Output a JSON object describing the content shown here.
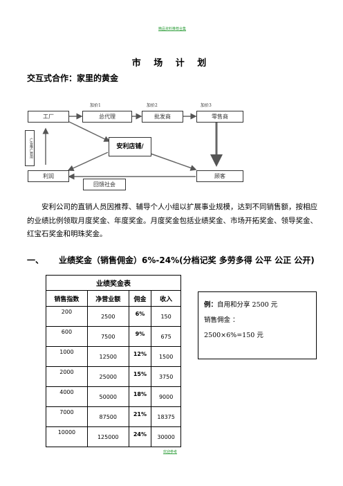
{
  "header_note": "精品资料推荐合集",
  "footer_note": "欢迎参考",
  "title": "市 场 计 划",
  "subtitle": "交互式合作：家里的黄金",
  "diagram": {
    "factory": "工厂",
    "general_agent": "总代理",
    "wholesaler": "批发商",
    "retailer": "零售商",
    "store": "安利店铺/",
    "profit": "利润",
    "consumer": "顾客",
    "rebate": "回馈社会",
    "markup1": "加价1",
    "markup2": "加价2",
    "markup3": "加价3",
    "vertical_label": "广告推广费用"
  },
  "paragraph": "安利公司的直销人员因推荐、辅导个人小组以扩展事业规模，达到不同销售额，按相应的业绩比例领取月度奖金、年度奖金。月度奖金包括业绩奖金、市场开拓奖金、领导奖金、红宝石奖金和明珠奖金。",
  "section": {
    "number": "一、",
    "title": "业绩奖金（销售佣金）6%-24%(分档记奖  多劳多得  公平  公正  公开)"
  },
  "table": {
    "caption": "业绩奖金表",
    "headers": [
      "销售指数",
      "净营业额",
      "佣金",
      "收入"
    ],
    "rows": [
      [
        "200",
        "2500",
        "6%",
        "150"
      ],
      [
        "600",
        "7500",
        "9%",
        "675"
      ],
      [
        "1000",
        "12500",
        "12%",
        "1500"
      ],
      [
        "2000",
        "25000",
        "15%",
        "3750"
      ],
      [
        "4000",
        "50000",
        "18%",
        "9000"
      ],
      [
        "7000",
        "87500",
        "21%",
        "18375"
      ],
      [
        "10000",
        "125000",
        "24%",
        "30000"
      ]
    ]
  },
  "example": {
    "label": "例：",
    "line1_rest": "自用和分享 2500 元",
    "line2": "销售佣金 ：",
    "line3": "2500×6%=150 元"
  }
}
